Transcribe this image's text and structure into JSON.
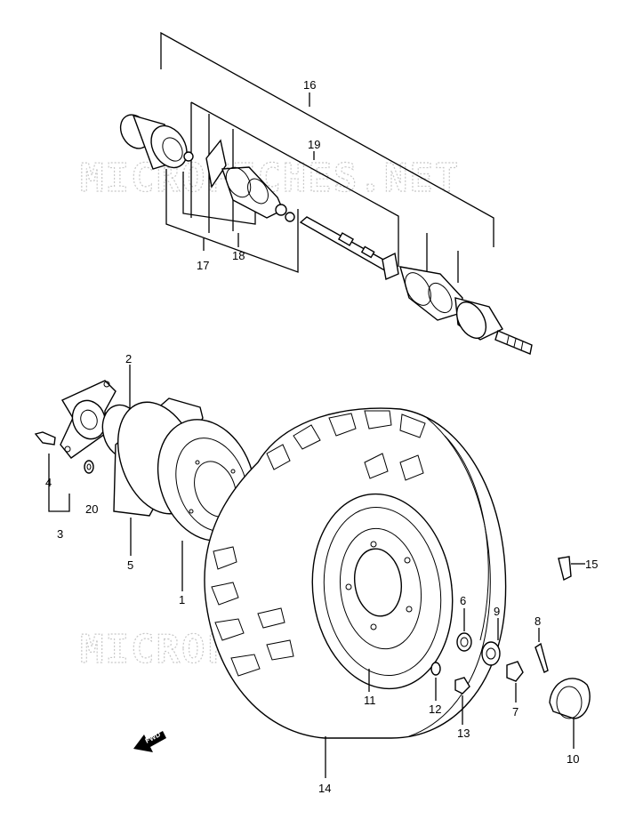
{
  "watermark": "MICROFICHES.NET",
  "fwd_label": "FWD",
  "callouts": {
    "c1": "1",
    "c2": "2",
    "c3": "3",
    "c4": "4",
    "c5": "5",
    "c6": "6",
    "c7": "7",
    "c8": "8",
    "c9": "9",
    "c10": "10",
    "c11": "11",
    "c12": "12",
    "c13": "13",
    "c14": "14",
    "c15": "15",
    "c16": "16",
    "c17": "17",
    "c18": "18",
    "c19": "19",
    "c20": "20"
  }
}
